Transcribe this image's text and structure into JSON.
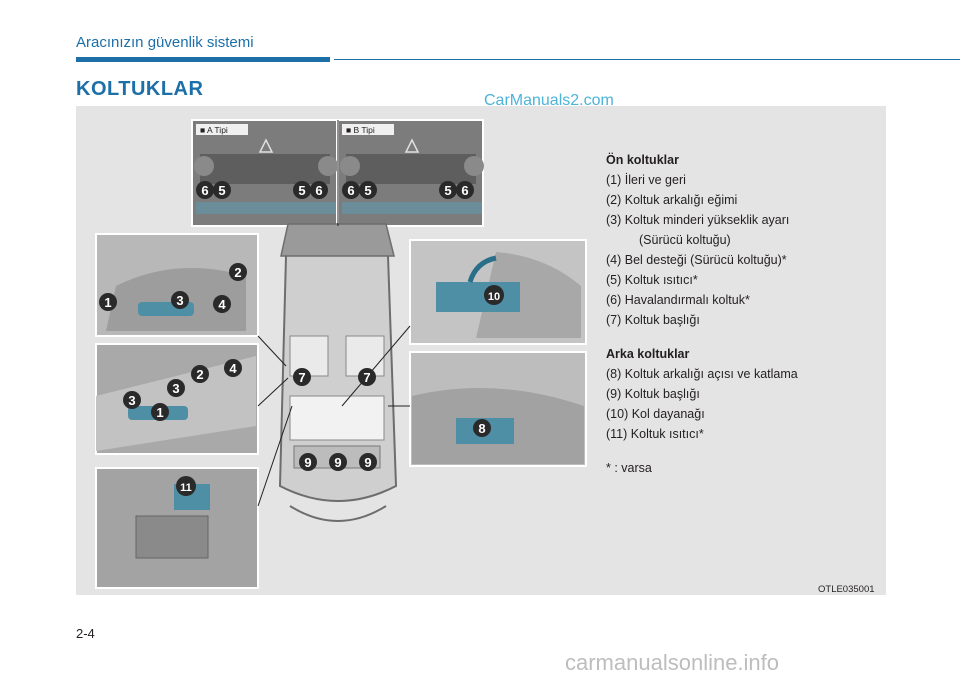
{
  "header": {
    "section_title": "Aracınızın güvenlik sistemi",
    "page_heading": "KOLTUKLAR"
  },
  "watermarks": {
    "top": "CarManuals2.com",
    "bottom": "carmanualsonline.info"
  },
  "figure": {
    "inset_labels": [
      "■ A Tipi",
      "■ B Tipi"
    ],
    "image_code": "OTLE035001",
    "callouts": [
      "6",
      "5",
      "5",
      "6",
      "6",
      "5",
      "5",
      "6",
      "2",
      "1",
      "3",
      "4",
      "3",
      "2",
      "4",
      "3",
      "1",
      "10",
      "7",
      "7",
      "8",
      "9",
      "9",
      "9",
      "11"
    ]
  },
  "caption": {
    "front_heading": "Ön koltuklar",
    "front_items": [
      "(1) İleri ve geri",
      "(2) Koltuk arkalığı eğimi",
      "(3) Koltuk minderi yükseklik ayarı",
      "(Sürücü koltuğu)",
      "(4) Bel desteği (Sürücü koltuğu)*",
      "(5) Koltuk ısıtıcı*",
      "(6) Havalandırmalı koltuk*",
      "(7) Koltuk başlığı"
    ],
    "rear_heading": "Arka koltuklar",
    "rear_items": [
      "(8) Koltuk arkalığı açısı ve katlama",
      "(9) Koltuk başlığı",
      "(10) Kol dayanağı",
      "(11) Koltuk ısıtıcı*"
    ],
    "footnote": "* : varsa"
  },
  "page_number": "2-4"
}
